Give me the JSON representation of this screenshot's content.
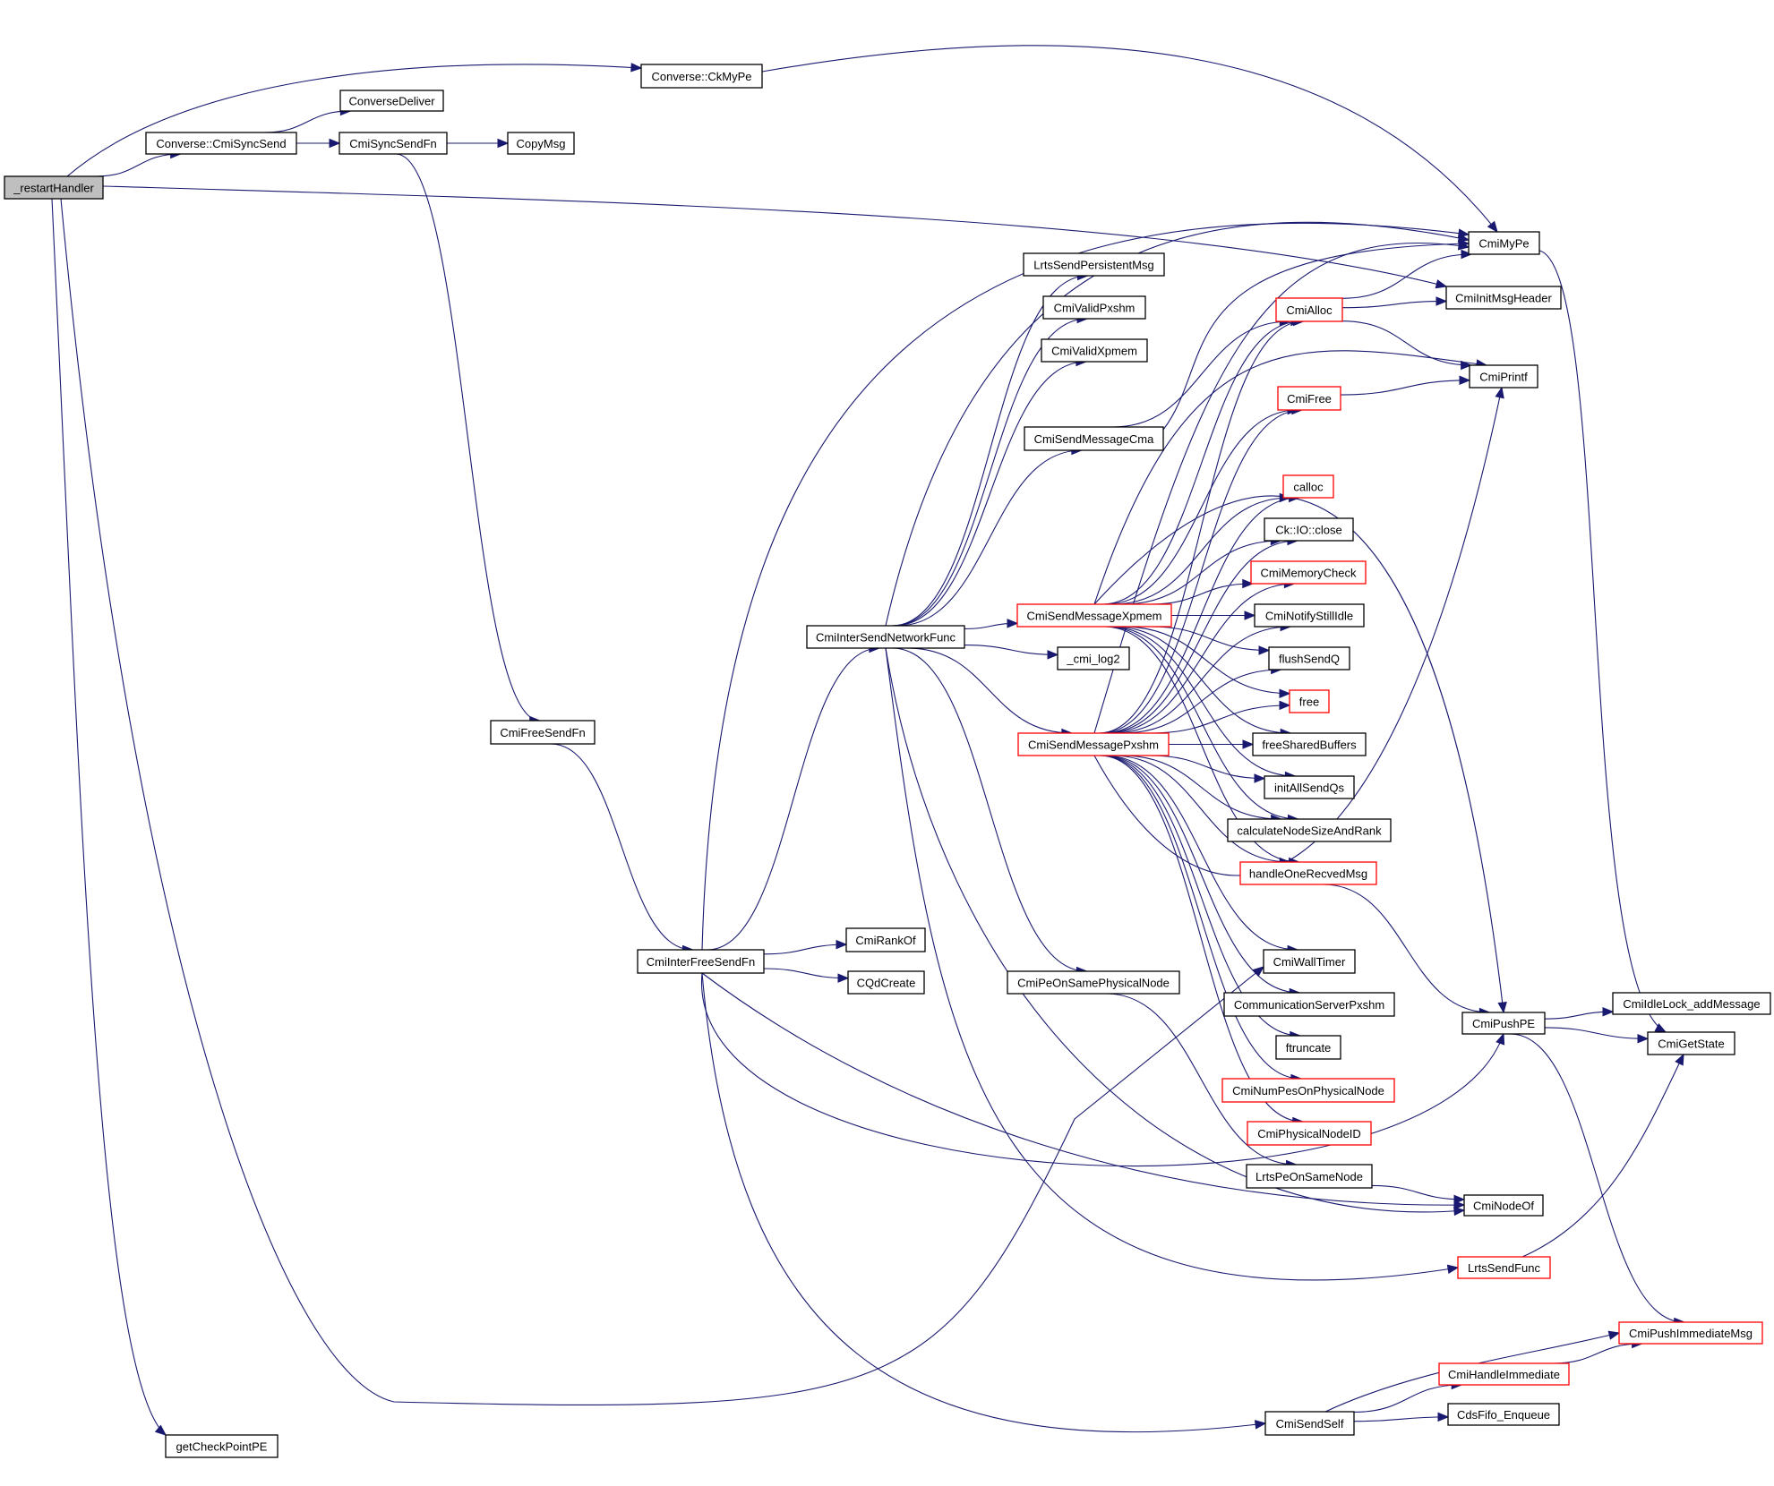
{
  "diagram": {
    "type": "call-graph",
    "root": "_restartHandler",
    "edge_color": "#191970",
    "truncated_border_color": "#ff0000",
    "normal_border_color": "#000000",
    "root_fill_color": "#bfbfbf",
    "nodes": [
      {
        "id": "restartHandler",
        "label": "_restartHandler",
        "root": true
      },
      {
        "id": "ckMyPe",
        "label": "Converse::CkMyPe"
      },
      {
        "id": "converseDeliver",
        "label": "ConverseDeliver"
      },
      {
        "id": "cmiSyncSend",
        "label": "Converse::CmiSyncSend"
      },
      {
        "id": "cmiSyncSendFn",
        "label": "CmiSyncSendFn"
      },
      {
        "id": "copyMsg",
        "label": "CopyMsg"
      },
      {
        "id": "cmiMyPe",
        "label": "CmiMyPe"
      },
      {
        "id": "lrtsSendPersistentMsg",
        "label": "LrtsSendPersistentMsg"
      },
      {
        "id": "cmiInitMsgHeader",
        "label": "CmiInitMsgHeader"
      },
      {
        "id": "cmiValidPxshm",
        "label": "CmiValidPxshm"
      },
      {
        "id": "cmiAlloc",
        "label": "CmiAlloc",
        "truncated": true
      },
      {
        "id": "cmiValidXpmem",
        "label": "CmiValidXpmem"
      },
      {
        "id": "cmiPrintf",
        "label": "CmiPrintf"
      },
      {
        "id": "cmiFree",
        "label": "CmiFree",
        "truncated": true
      },
      {
        "id": "cmiSendMessageCma",
        "label": "CmiSendMessageCma"
      },
      {
        "id": "calloc",
        "label": "calloc",
        "truncated": true
      },
      {
        "id": "ckIoClose",
        "label": "Ck::IO::close"
      },
      {
        "id": "cmiMemoryCheck",
        "label": "CmiMemoryCheck",
        "truncated": true
      },
      {
        "id": "cmiSendMessageXpmem",
        "label": "CmiSendMessageXpmem",
        "truncated": true
      },
      {
        "id": "cmiNotifyStillIdle",
        "label": "CmiNotifyStillIdle"
      },
      {
        "id": "cmiInterSendNetworkFunc",
        "label": "CmiInterSendNetworkFunc"
      },
      {
        "id": "cmiLog2",
        "label": "_cmi_log2"
      },
      {
        "id": "flushSendQ",
        "label": "flushSendQ"
      },
      {
        "id": "free",
        "label": "free",
        "truncated": true
      },
      {
        "id": "cmiFreeSendFn",
        "label": "CmiFreeSendFn"
      },
      {
        "id": "cmiSendMessagePxshm",
        "label": "CmiSendMessagePxshm",
        "truncated": true
      },
      {
        "id": "freeSharedBuffers",
        "label": "freeSharedBuffers"
      },
      {
        "id": "initAllSendQs",
        "label": "initAllSendQs"
      },
      {
        "id": "calculateNodeSizeAndRank",
        "label": "calculateNodeSizeAndRank"
      },
      {
        "id": "handleOneRecvedMsg",
        "label": "handleOneRecvedMsg",
        "truncated": true
      },
      {
        "id": "cmiRankOf",
        "label": "CmiRankOf"
      },
      {
        "id": "cmiInterFreeSendFn",
        "label": "CmiInterFreeSendFn"
      },
      {
        "id": "cmiWallTimer",
        "label": "CmiWallTimer"
      },
      {
        "id": "cqdCreate",
        "label": "CQdCreate"
      },
      {
        "id": "cmiPeOnSamePhysicalNode",
        "label": "CmiPeOnSamePhysicalNode"
      },
      {
        "id": "communicationServerPxshm",
        "label": "CommunicationServerPxshm"
      },
      {
        "id": "cmiIdleLockAddMessage",
        "label": "CmiIdleLock_addMessage"
      },
      {
        "id": "cmiPushPE",
        "label": "CmiPushPE"
      },
      {
        "id": "cmiGetState",
        "label": "CmiGetState"
      },
      {
        "id": "ftruncate",
        "label": "ftruncate"
      },
      {
        "id": "cmiNumPesOnPhysicalNode",
        "label": "CmiNumPesOnPhysicalNode",
        "truncated": true
      },
      {
        "id": "cmiPhysicalNodeID",
        "label": "CmiPhysicalNodeID",
        "truncated": true
      },
      {
        "id": "lrtsPeOnSameNode",
        "label": "LrtsPeOnSameNode"
      },
      {
        "id": "cmiNodeOf",
        "label": "CmiNodeOf"
      },
      {
        "id": "lrtsSendFunc",
        "label": "LrtsSendFunc",
        "truncated": true
      },
      {
        "id": "cmiPushImmediateMsg",
        "label": "CmiPushImmediateMsg",
        "truncated": true
      },
      {
        "id": "cmiHandleImmediate",
        "label": "CmiHandleImmediate",
        "truncated": true
      },
      {
        "id": "cmiSendSelf",
        "label": "CmiSendSelf"
      },
      {
        "id": "cdsFifoEnqueue",
        "label": "CdsFifo_Enqueue"
      },
      {
        "id": "getCheckPointPE",
        "label": "getCheckPointPE"
      }
    ],
    "edges": [
      {
        "from": "restartHandler",
        "to": "ckMyPe"
      },
      {
        "from": "restartHandler",
        "to": "cmiSyncSend"
      },
      {
        "from": "restartHandler",
        "to": "cmiInitMsgHeader"
      },
      {
        "from": "restartHandler",
        "to": "getCheckPointPE"
      },
      {
        "from": "restartHandler",
        "to": "cmiWallTimer"
      },
      {
        "from": "ckMyPe",
        "to": "cmiMyPe"
      },
      {
        "from": "cmiSyncSend",
        "to": "converseDeliver"
      },
      {
        "from": "cmiSyncSend",
        "to": "cmiSyncSendFn"
      },
      {
        "from": "cmiSyncSendFn",
        "to": "copyMsg"
      },
      {
        "from": "cmiSyncSendFn",
        "to": "cmiFreeSendFn"
      },
      {
        "from": "cmiFreeSendFn",
        "to": "cmiInterFreeSendFn"
      },
      {
        "from": "cmiInterFreeSendFn",
        "to": "cmiInterSendNetworkFunc"
      },
      {
        "from": "cmiInterFreeSendFn",
        "to": "cmiRankOf"
      },
      {
        "from": "cmiInterFreeSendFn",
        "to": "cqdCreate"
      },
      {
        "from": "cmiInterFreeSendFn",
        "to": "cmiMyPe"
      },
      {
        "from": "cmiInterFreeSendFn",
        "to": "cmiNodeOf"
      },
      {
        "from": "cmiInterFreeSendFn",
        "to": "cmiPushPE"
      },
      {
        "from": "cmiInterFreeSendFn",
        "to": "cmiSendSelf"
      },
      {
        "from": "cmiInterSendNetworkFunc",
        "to": "lrtsSendPersistentMsg"
      },
      {
        "from": "cmiInterSendNetworkFunc",
        "to": "cmiValidPxshm"
      },
      {
        "from": "cmiInterSendNetworkFunc",
        "to": "cmiValidXpmem"
      },
      {
        "from": "cmiInterSendNetworkFunc",
        "to": "cmiSendMessageCma"
      },
      {
        "from": "cmiInterSendNetworkFunc",
        "to": "cmiSendMessageXpmem"
      },
      {
        "from": "cmiInterSendNetworkFunc",
        "to": "cmiLog2"
      },
      {
        "from": "cmiInterSendNetworkFunc",
        "to": "cmiSendMessagePxshm"
      },
      {
        "from": "cmiInterSendNetworkFunc",
        "to": "cmiPeOnSamePhysicalNode"
      },
      {
        "from": "cmiInterSendNetworkFunc",
        "to": "cmiNodeOf"
      },
      {
        "from": "cmiInterSendNetworkFunc",
        "to": "lrtsSendFunc"
      },
      {
        "from": "cmiInterSendNetworkFunc",
        "to": "cmiMyPe"
      },
      {
        "from": "cmiSendMessageCma",
        "to": "cmiAlloc"
      },
      {
        "from": "cmiSendMessageCma",
        "to": "cmiMyPe"
      },
      {
        "from": "cmiSendMessageXpmem",
        "to": "cmiAlloc"
      },
      {
        "from": "cmiSendMessageXpmem",
        "to": "cmiFree"
      },
      {
        "from": "cmiSendMessageXpmem",
        "to": "calloc"
      },
      {
        "from": "cmiSendMessageXpmem",
        "to": "ckIoClose"
      },
      {
        "from": "cmiSendMessageXpmem",
        "to": "cmiMemoryCheck"
      },
      {
        "from": "cmiSendMessageXpmem",
        "to": "cmiNotifyStillIdle"
      },
      {
        "from": "cmiSendMessageXpmem",
        "to": "flushSendQ"
      },
      {
        "from": "cmiSendMessageXpmem",
        "to": "free"
      },
      {
        "from": "cmiSendMessageXpmem",
        "to": "freeSharedBuffers"
      },
      {
        "from": "cmiSendMessageXpmem",
        "to": "initAllSendQs"
      },
      {
        "from": "cmiSendMessageXpmem",
        "to": "calculateNodeSizeAndRank"
      },
      {
        "from": "cmiSendMessageXpmem",
        "to": "handleOneRecvedMsg"
      },
      {
        "from": "cmiSendMessageXpmem",
        "to": "cmiPushPE"
      },
      {
        "from": "cmiSendMessageXpmem",
        "to": "cmiPrintf"
      },
      {
        "from": "cmiSendMessagePxshm",
        "to": "cmiAlloc"
      },
      {
        "from": "cmiSendMessagePxshm",
        "to": "cmiFree"
      },
      {
        "from": "cmiSendMessagePxshm",
        "to": "calloc"
      },
      {
        "from": "cmiSendMessagePxshm",
        "to": "ckIoClose"
      },
      {
        "from": "cmiSendMessagePxshm",
        "to": "cmiMemoryCheck"
      },
      {
        "from": "cmiSendMessagePxshm",
        "to": "cmiNotifyStillIdle"
      },
      {
        "from": "cmiSendMessagePxshm",
        "to": "flushSendQ"
      },
      {
        "from": "cmiSendMessagePxshm",
        "to": "free"
      },
      {
        "from": "cmiSendMessagePxshm",
        "to": "freeSharedBuffers"
      },
      {
        "from": "cmiSendMessagePxshm",
        "to": "initAllSendQs"
      },
      {
        "from": "cmiSendMessagePxshm",
        "to": "calculateNodeSizeAndRank"
      },
      {
        "from": "cmiSendMessagePxshm",
        "to": "handleOneRecvedMsg"
      },
      {
        "from": "cmiSendMessagePxshm",
        "to": "cmiWallTimer"
      },
      {
        "from": "cmiSendMessagePxshm",
        "to": "communicationServerPxshm"
      },
      {
        "from": "cmiSendMessagePxshm",
        "to": "ftruncate"
      },
      {
        "from": "cmiSendMessagePxshm",
        "to": "cmiNumPesOnPhysicalNode"
      },
      {
        "from": "cmiSendMessagePxshm",
        "to": "cmiPhysicalNodeID"
      },
      {
        "from": "cmiSendMessagePxshm",
        "to": "cmiMyPe"
      },
      {
        "from": "cmiSendMessagePxshm",
        "to": "cmiPrintf"
      },
      {
        "from": "cmiAlloc",
        "to": "cmiMyPe"
      },
      {
        "from": "cmiAlloc",
        "to": "cmiInitMsgHeader"
      },
      {
        "from": "cmiAlloc",
        "to": "cmiPrintf"
      },
      {
        "from": "cmiFree",
        "to": "cmiPrintf"
      },
      {
        "from": "cmiMyPe",
        "to": "cmiGetState"
      },
      {
        "from": "handleOneRecvedMsg",
        "to": "cmiPushPE"
      },
      {
        "from": "cmiPeOnSamePhysicalNode",
        "to": "lrtsPeOnSameNode"
      },
      {
        "from": "lrtsPeOnSameNode",
        "to": "cmiNodeOf"
      },
      {
        "from": "lrtsSendFunc",
        "to": "cmiGetState"
      },
      {
        "from": "cmiPushPE",
        "to": "cmiIdleLockAddMessage"
      },
      {
        "from": "cmiPushPE",
        "to": "cmiGetState"
      },
      {
        "from": "cmiPushPE",
        "to": "cmiPushImmediateMsg"
      },
      {
        "from": "cmiSendSelf",
        "to": "cmiPushImmediateMsg"
      },
      {
        "from": "cmiSendSelf",
        "to": "cmiHandleImmediate"
      },
      {
        "from": "cmiSendSelf",
        "to": "cdsFifoEnqueue"
      },
      {
        "from": "cmiHandleImmediate",
        "to": "cmiPushImmediateMsg"
      }
    ]
  }
}
